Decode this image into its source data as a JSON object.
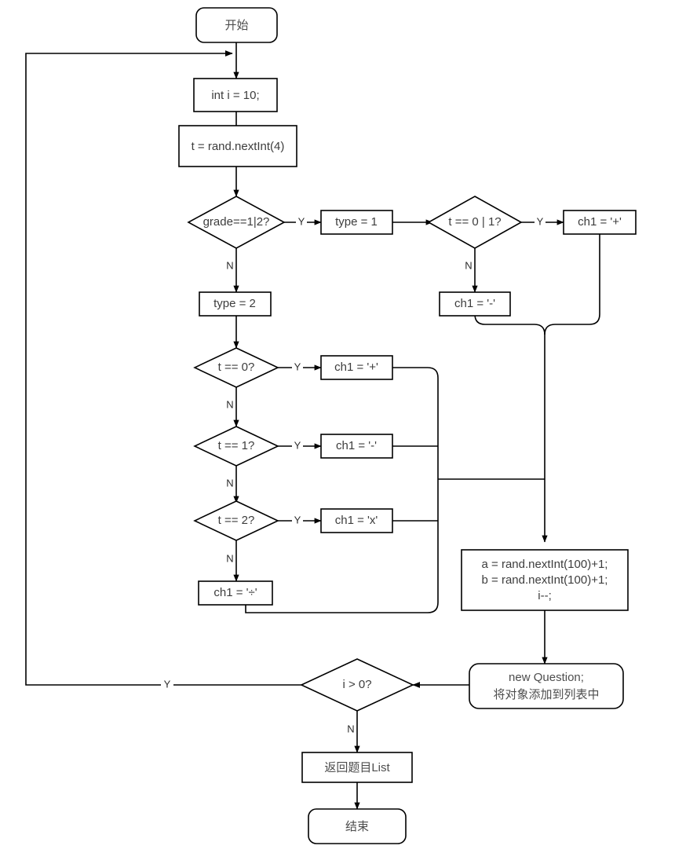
{
  "diagram": {
    "title": "",
    "colors": {
      "background": "#ffffff",
      "stroke": "#000000",
      "node_fill": "#ffffff",
      "label_text": "#4d4d4d",
      "edge_label_text": "#2b2b2b"
    },
    "nodes": {
      "start": {
        "label": "开始",
        "shape": "rounded-terminator"
      },
      "init_i": {
        "label": "int i = 10;",
        "shape": "process"
      },
      "rand_t": {
        "label": "t = rand.nextInt(4)",
        "shape": "process"
      },
      "grade_check": {
        "label": "grade==1|2?",
        "shape": "decision"
      },
      "type1": {
        "label": "type = 1",
        "shape": "process"
      },
      "t01_check": {
        "label": "t == 0 | 1?",
        "shape": "decision"
      },
      "ch1_plus_right": {
        "label": "ch1 =  '+'",
        "shape": "process"
      },
      "ch1_minus_right": {
        "label": "ch1 =  '-'",
        "shape": "process"
      },
      "type2": {
        "label": "type = 2",
        "shape": "process"
      },
      "t0_check": {
        "label": "t == 0?",
        "shape": "decision"
      },
      "ch1_plus_left": {
        "label": "ch1 =  '+'",
        "shape": "process"
      },
      "t1_check": {
        "label": "t == 1?",
        "shape": "decision"
      },
      "ch1_minus_left": {
        "label": "ch1 =  '-'",
        "shape": "process"
      },
      "t2_check": {
        "label": "t == 2?",
        "shape": "decision"
      },
      "ch1_times_left": {
        "label": "ch1 =  'x'",
        "shape": "process"
      },
      "ch1_divide_left": {
        "label": "ch1 =  '÷'",
        "shape": "process"
      },
      "rand_ab": {
        "shape": "process",
        "lines": [
          "a = rand.nextInt(100)+1;",
          "b = rand.nextInt(100)+1;",
          "i--;"
        ]
      },
      "new_question": {
        "shape": "rounded-terminator",
        "lines": [
          "new Question;",
          "将对象添加到列表中"
        ]
      },
      "i_check": {
        "label": "i > 0?",
        "shape": "decision"
      },
      "return_list": {
        "label": "返回题目List",
        "shape": "process"
      },
      "end": {
        "label": "结束",
        "shape": "rounded-terminator"
      }
    },
    "edge_labels": {
      "grade_yes": "Y",
      "grade_no": "N",
      "t01_yes": "Y",
      "t01_no": "N",
      "t0_yes": "Y",
      "t0_no": "N",
      "t1_yes": "Y",
      "t1_no": "N",
      "t2_yes": "Y",
      "t2_no": "N",
      "loop_yes": "Y",
      "i_no": "N"
    }
  }
}
